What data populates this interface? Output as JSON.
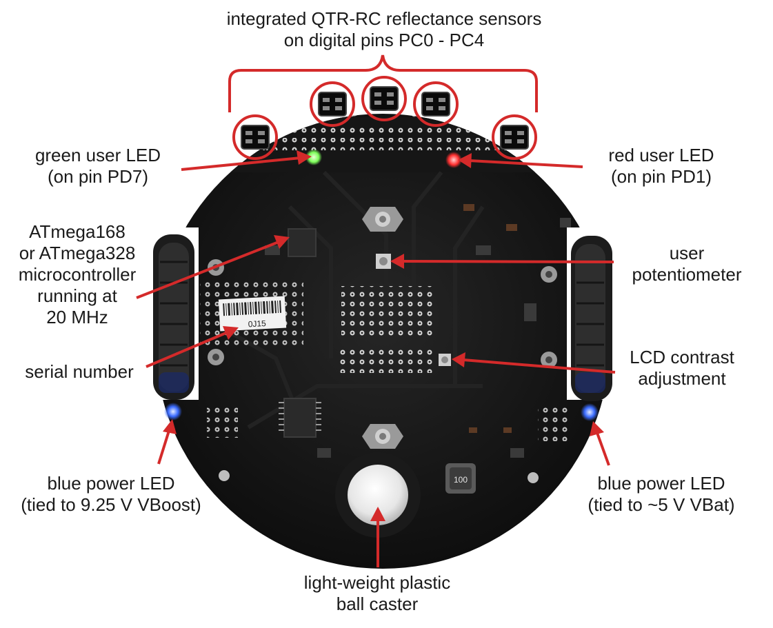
{
  "labels": {
    "sensors": [
      "integrated QTR-RC reflectance sensors",
      "on digital pins PC0 - PC4"
    ],
    "green_led": [
      "green user LED",
      "(on pin PD7)"
    ],
    "red_led": [
      "red user LED",
      "(on pin PD1)"
    ],
    "mcu": [
      "ATmega168",
      "or ATmega328",
      "microcontroller",
      "running at",
      "20 MHz"
    ],
    "potentiometer": [
      "user",
      "potentiometer"
    ],
    "serial": [
      "serial number"
    ],
    "lcd": [
      "LCD contrast",
      "adjustment"
    ],
    "blue_left": [
      "blue power LED",
      "(tied to 9.25 V VBoost)"
    ],
    "blue_right": [
      "blue power LED",
      "(tied to ~5 V VBat)"
    ],
    "caster": [
      "light-weight plastic",
      "ball caster"
    ]
  },
  "board": {
    "serial_text": "0J15",
    "inductor_text": "100"
  },
  "colors": {
    "annotation": "#d42a2a",
    "board": "#141414",
    "text": "#1a1a1a",
    "green_led": "#7dff5a",
    "red_led": "#ff3030",
    "blue_led": "#3a6bff"
  }
}
